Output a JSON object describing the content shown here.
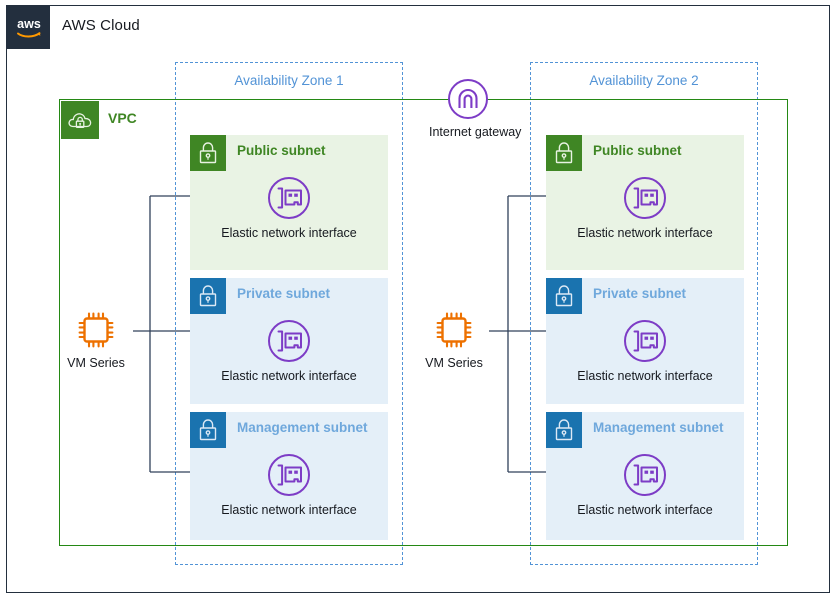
{
  "frame": {
    "brand_icon": "aws-logo-icon",
    "cloud_title": "AWS Cloud"
  },
  "vpc": {
    "label": "VPC",
    "icon": "vpc-cloud-lock-icon",
    "border_color": "#248814",
    "icon_bg": "#3f8624"
  },
  "internet_gateway": {
    "label": "Internet gateway",
    "icon": "internet-gateway-icon",
    "color": "#7d3cc6"
  },
  "availability_zones": [
    {
      "label": "Availability Zone 1"
    },
    {
      "label": "Availability Zone 2"
    }
  ],
  "compute": [
    {
      "label": "VM Series",
      "icon": "vm-series-chip-icon",
      "color": "#ed7100"
    },
    {
      "label": "VM Series",
      "icon": "vm-series-chip-icon",
      "color": "#ed7100"
    }
  ],
  "subnets": [
    {
      "zone": "Availability Zone 1",
      "title": "Public subnet",
      "kind": "public",
      "icon": "subnet-lock-icon",
      "icon_bg": "#3f8624",
      "title_color": "#3f8624",
      "fill": "#e9f3e4",
      "resource": {
        "label": "Elastic network interface",
        "icon": "elastic-network-interface-icon",
        "color": "#7d3cc6"
      }
    },
    {
      "zone": "Availability Zone 1",
      "title": "Private subnet",
      "kind": "private",
      "icon": "subnet-lock-icon",
      "icon_bg": "#1a73af",
      "title_color": "#6fa8dc",
      "fill": "#e4eff8",
      "resource": {
        "label": "Elastic network interface",
        "icon": "elastic-network-interface-icon",
        "color": "#7d3cc6"
      }
    },
    {
      "zone": "Availability Zone 1",
      "title": "Management subnet",
      "kind": "private",
      "icon": "subnet-lock-icon",
      "icon_bg": "#1a73af",
      "title_color": "#6fa8dc",
      "fill": "#e4eff8",
      "resource": {
        "label": "Elastic network interface",
        "icon": "elastic-network-interface-icon",
        "color": "#7d3cc6"
      }
    },
    {
      "zone": "Availability Zone 2",
      "title": "Public subnet",
      "kind": "public",
      "icon": "subnet-lock-icon",
      "icon_bg": "#3f8624",
      "title_color": "#3f8624",
      "fill": "#e9f3e4",
      "resource": {
        "label": "Elastic network interface",
        "icon": "elastic-network-interface-icon",
        "color": "#7d3cc6"
      }
    },
    {
      "zone": "Availability Zone 2",
      "title": "Private subnet",
      "kind": "private",
      "icon": "subnet-lock-icon",
      "icon_bg": "#1a73af",
      "title_color": "#6fa8dc",
      "fill": "#e4eff8",
      "resource": {
        "label": "Elastic network interface",
        "icon": "elastic-network-interface-icon",
        "color": "#7d3cc6"
      }
    },
    {
      "zone": "Availability Zone 2",
      "title": "Management subnet",
      "kind": "private",
      "icon": "subnet-lock-icon",
      "icon_bg": "#1a73af",
      "title_color": "#6fa8dc",
      "fill": "#e4eff8",
      "resource": {
        "label": "Elastic network interface",
        "icon": "elastic-network-interface-icon",
        "color": "#7d3cc6"
      }
    }
  ]
}
